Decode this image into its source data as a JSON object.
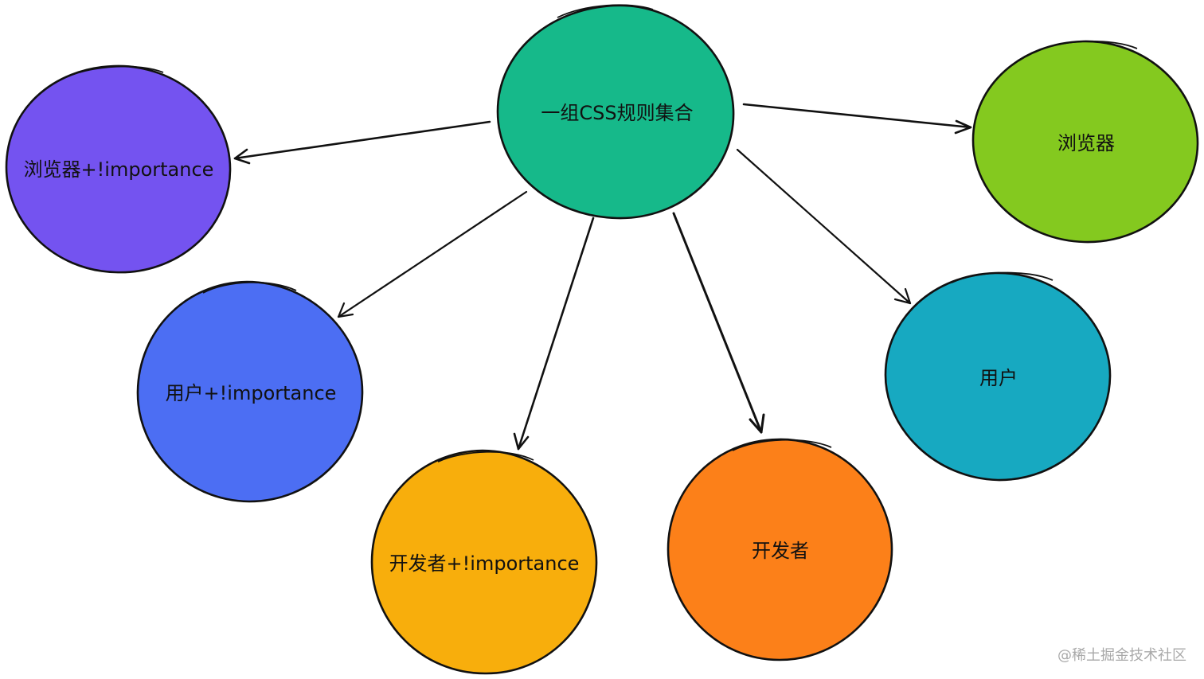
{
  "nodes": [
    {
      "id": "center",
      "label": "一组CSS规则集合",
      "color": "#16b98a"
    },
    {
      "id": "browser-important",
      "label": "浏览器+!importance",
      "color": "#7453f0"
    },
    {
      "id": "browser",
      "label": "浏览器",
      "color": "#84c91f"
    },
    {
      "id": "user-important",
      "label": "用户+!importance",
      "color": "#4c6ef3"
    },
    {
      "id": "user",
      "label": "用户",
      "color": "#17a9c1"
    },
    {
      "id": "developer-important",
      "label": "开发者+!importance",
      "color": "#f8ae0c"
    },
    {
      "id": "developer",
      "label": "开发者",
      "color": "#fc8019"
    }
  ],
  "edges": [
    {
      "from": "center",
      "to": "browser-important"
    },
    {
      "from": "center",
      "to": "browser"
    },
    {
      "from": "center",
      "to": "user-important"
    },
    {
      "from": "center",
      "to": "user"
    },
    {
      "from": "center",
      "to": "developer-important"
    },
    {
      "from": "center",
      "to": "developer"
    }
  ],
  "watermark": "@稀土掘金技术社区"
}
